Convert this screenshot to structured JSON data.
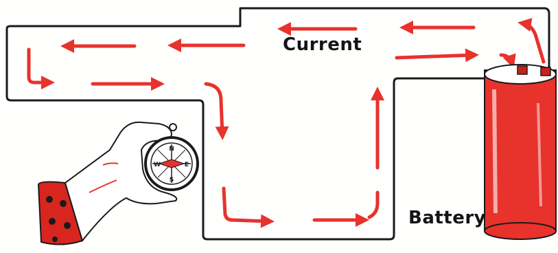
{
  "labels": {
    "current": "Current",
    "battery": "Battery"
  },
  "colors": {
    "wire": "#1a1a1a",
    "arrow": "#e8322c",
    "skin": "#ffffff",
    "battery_body": "#e8322c",
    "sleeve": "#d8261f"
  },
  "icons": {
    "compass": "compass-icon",
    "battery": "battery-icon",
    "hand": "hand-icon"
  },
  "compass": {
    "north": "N",
    "south": "S",
    "east": "E",
    "west": "W"
  }
}
